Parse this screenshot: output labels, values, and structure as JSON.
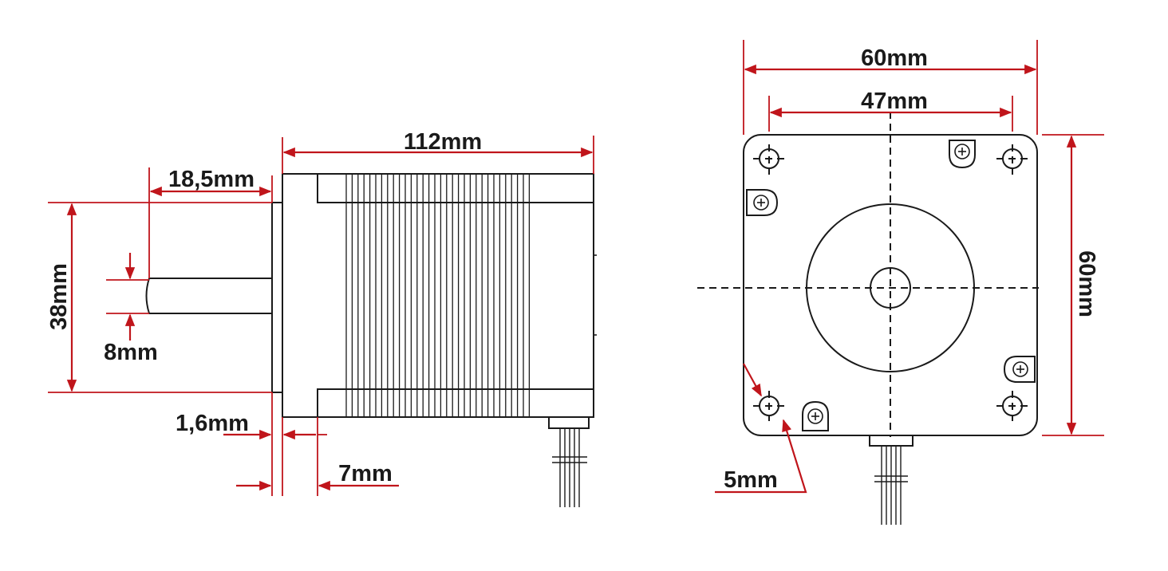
{
  "colors": {
    "dimension": "#c0151b",
    "outline": "#1a1a1a",
    "background": "#ffffff"
  },
  "side_view": {
    "dim_length": "112mm",
    "dim_shaft_length": "18,5mm",
    "dim_flange_diameter": "38mm",
    "dim_shaft_diameter": "8mm",
    "dim_flange_thickness": "1,6mm",
    "dim_front_cap": "7mm"
  },
  "front_view": {
    "dim_width": "60mm",
    "dim_hole_spacing": "47mm",
    "dim_height": "60mm",
    "dim_hole_diameter": "5mm"
  }
}
